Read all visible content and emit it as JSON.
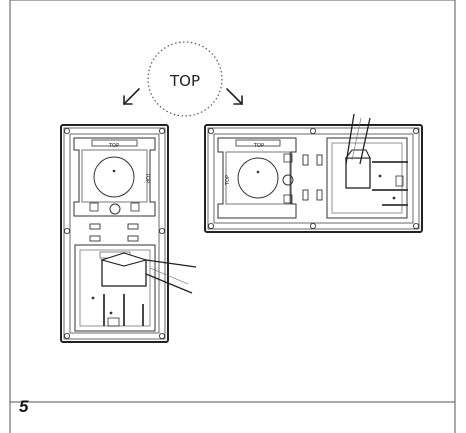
{
  "step_number": "5",
  "orientation_label": "TOP",
  "left_panel": {
    "module_label": "TOP",
    "module_side_label": "TOP"
  },
  "right_panel": {
    "module_label": "TOP",
    "module_side_label": "TOP"
  }
}
